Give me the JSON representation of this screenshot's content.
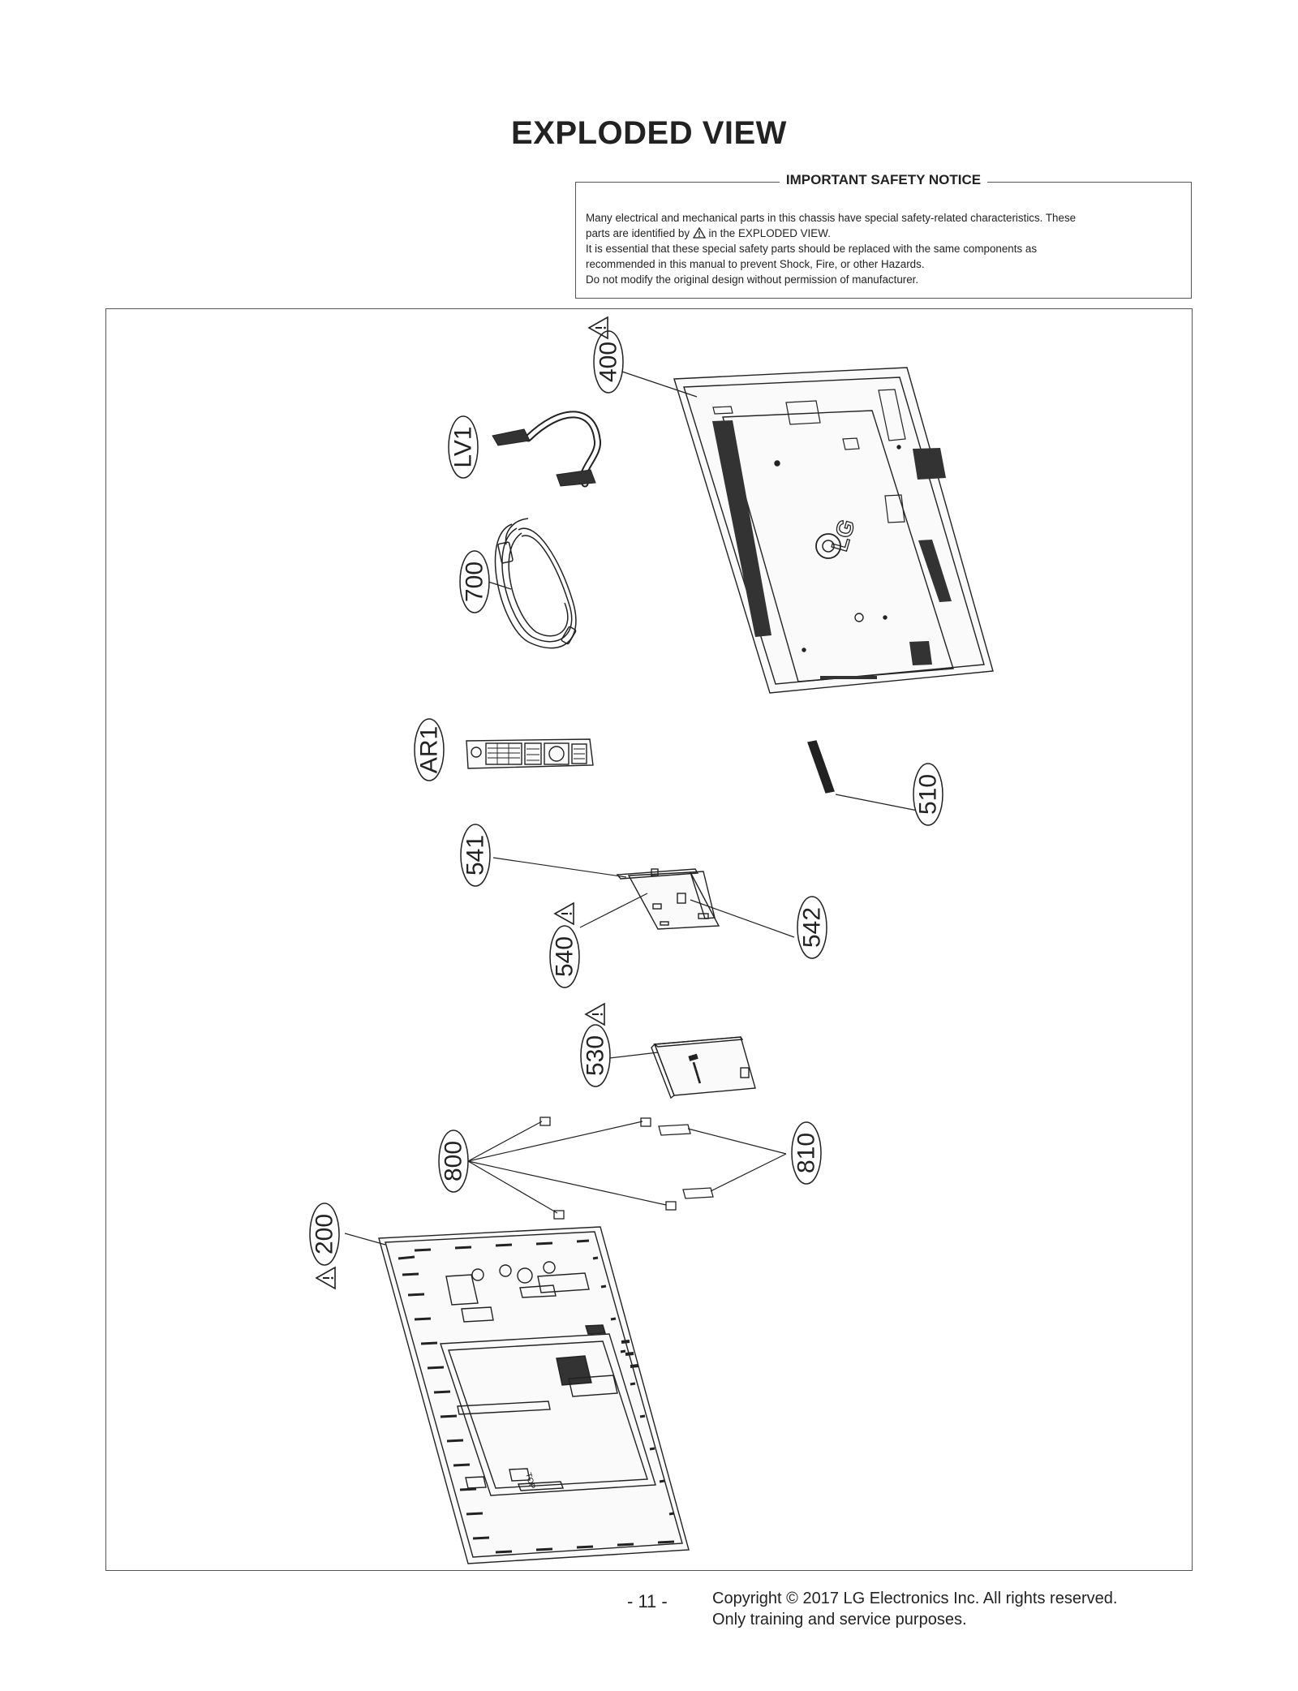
{
  "page": {
    "title": "EXPLODED VIEW",
    "page_number": "- 11 -",
    "copyright_line1": "Copyright © 2017 LG Electronics Inc. All rights reserved.",
    "copyright_line2": "Only training and service purposes."
  },
  "notice": {
    "title": "IMPORTANT SAFETY NOTICE",
    "line1": "Many electrical and mechanical parts in this chassis have special safety-related characteristics. These",
    "line2_pre": "parts are identified by",
    "line2_post": "in the EXPLODED VIEW.",
    "line3": "It is essential that these special safety parts should be replaced with the same components as",
    "line4": "recommended in this manual to prevent Shock, Fire, or other Hazards.",
    "line5": "Do not modify the original design without permission of manufacturer."
  },
  "diagram": {
    "part_labels": {
      "p400": "400",
      "lv1": "LV1",
      "p700": "700",
      "ar1": "AR1",
      "p510": "510",
      "p541": "541",
      "p542": "542",
      "p540": "540",
      "p530": "530",
      "p800": "800",
      "p810": "810",
      "p200": "200"
    },
    "logo_text": "LG",
    "board_text": "TOP"
  }
}
